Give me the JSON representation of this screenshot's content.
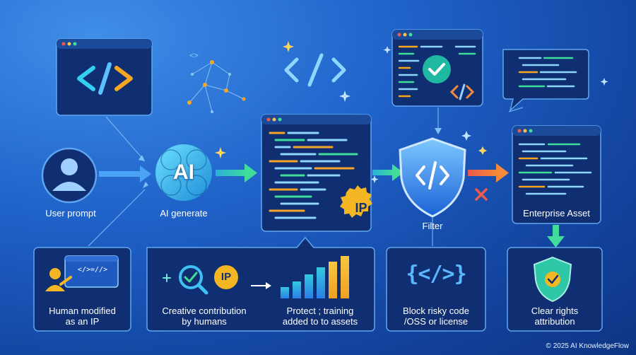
{
  "nodes": {
    "user": {
      "label": "User prompt"
    },
    "ai": {
      "label": "AI generate",
      "icon_text": "AI"
    },
    "code": {
      "badge": "IP"
    },
    "filter": {
      "label": "Filter"
    },
    "asset": {
      "label": "Enterprise Asset"
    }
  },
  "boxes": {
    "human": {
      "line1": "Human modified",
      "line2": "as an IP",
      "screen_text": "</>=//>"
    },
    "creative": {
      "badge": "IP",
      "line1": "Creative contribution",
      "line2": "by humans",
      "line3": "Protect ; training",
      "line4": "added to to assets"
    },
    "block": {
      "line1": "Block risky code",
      "line2": "/OSS or license",
      "icon_text": "{</>}"
    },
    "rights": {
      "line1": "Clear rights",
      "line2": "attribution"
    }
  },
  "footer": {
    "copyright": "© 2025 AI KnowledgeFlow"
  },
  "colors": {
    "panel": "#0f2f72",
    "panel_border": "#5fa6f0",
    "arrow_blue": "#4aa3f5",
    "arrow_green": "#2ec7a8",
    "accent_orange": "#f5a623",
    "accent_teal": "#35d0c0",
    "red_x": "#f05a4a"
  }
}
